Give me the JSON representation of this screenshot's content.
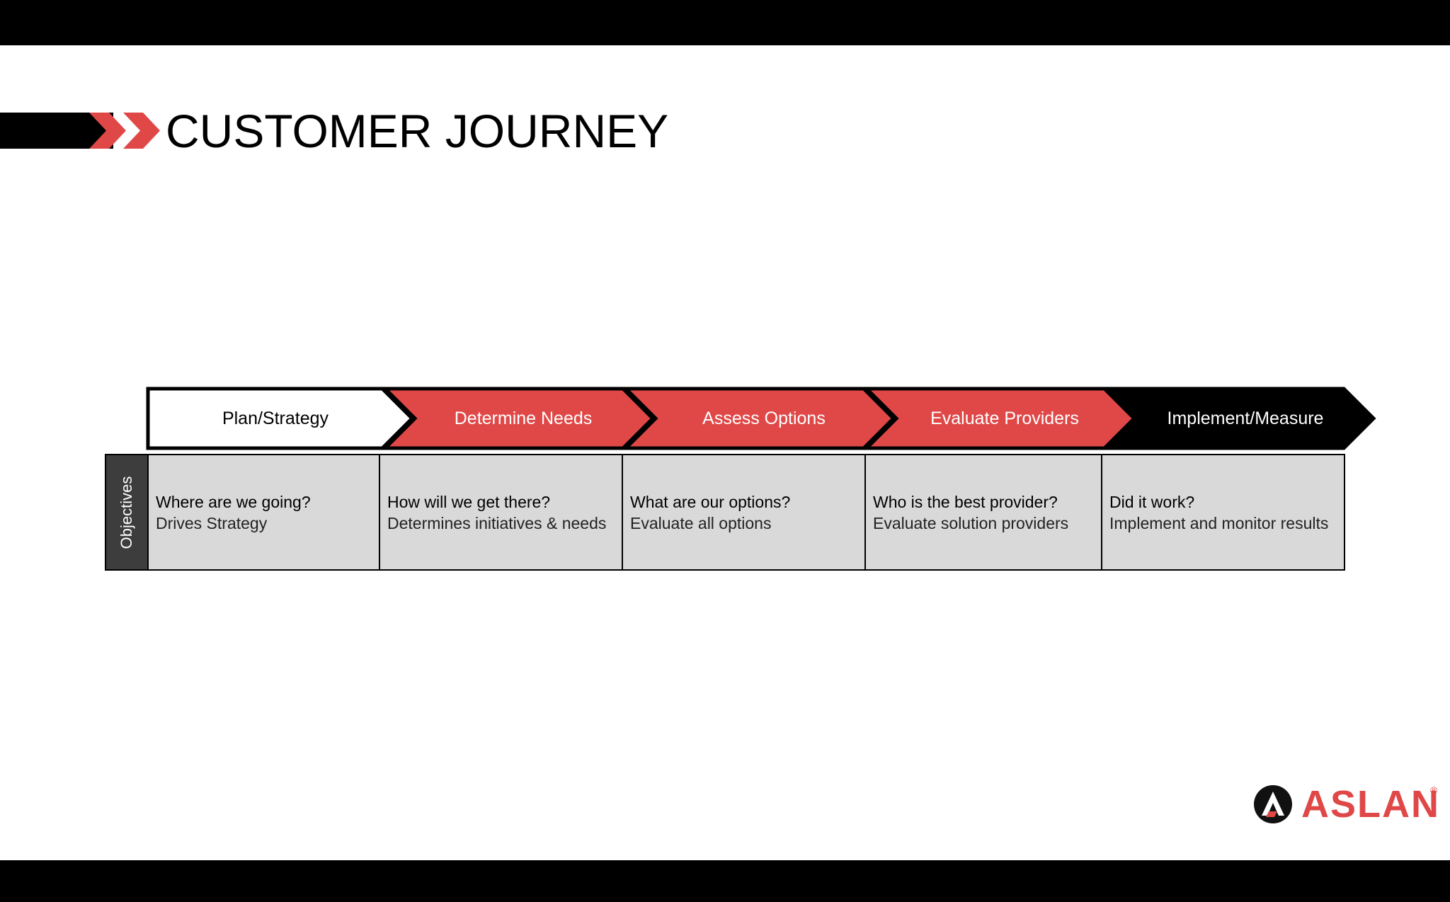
{
  "header": {
    "title": "CUSTOMER JOURNEY"
  },
  "stages": [
    {
      "label": "Plan/Strategy",
      "fill": "#ffffff",
      "text_color": "#000000"
    },
    {
      "label": "Determine Needs",
      "fill": "#e04848",
      "text_color": "#ffffff"
    },
    {
      "label": "Assess Options",
      "fill": "#e04848",
      "text_color": "#ffffff"
    },
    {
      "label": "Evaluate Providers",
      "fill": "#e04848",
      "text_color": "#ffffff"
    },
    {
      "label": "Implement/Measure",
      "fill": "#000000",
      "text_color": "#ffffff"
    }
  ],
  "objectives": {
    "row_label": "Objectives",
    "cells": [
      {
        "question": "Where are we going?",
        "answer": "Drives Strategy"
      },
      {
        "question": "How will we get there?",
        "answer": "Determines initiatives & needs"
      },
      {
        "question": "What are our options?",
        "answer": "Evaluate all options"
      },
      {
        "question": "Who is the best provider?",
        "answer": "Evaluate solution providers"
      },
      {
        "question": "Did it work?",
        "answer": "Implement and monitor results"
      }
    ]
  },
  "logo": {
    "text": "ASLAN",
    "registered": "®"
  },
  "colors": {
    "accent": "#e04848",
    "dark": "#000000",
    "cell_bg": "#d9d9d9",
    "row_header_bg": "#3d3d3d"
  }
}
